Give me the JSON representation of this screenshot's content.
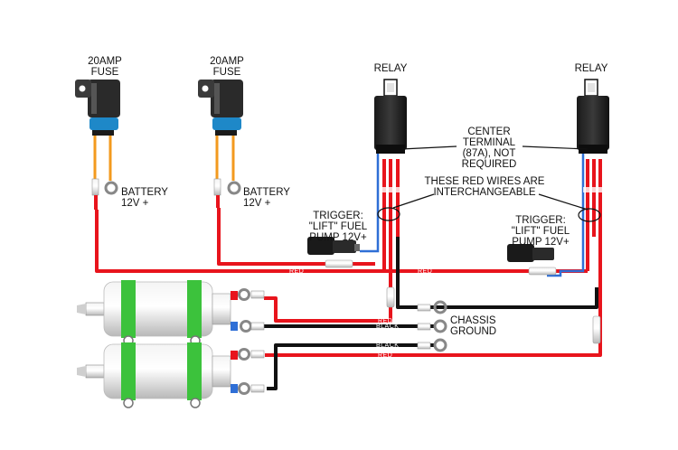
{
  "labels": {
    "fuse1": "20AMP\nFUSE",
    "fuse2": "20AMP\nFUSE",
    "relay1": "RELAY",
    "relay2": "RELAY",
    "battery1": "BATTERY\n12V +",
    "battery2": "BATTERY\n12V +",
    "center_terminal": "CENTER\nTERMINAL\n(87A), NOT\nREQUIRED",
    "interchangeable": "THESE RED WIRES ARE\nINTERCHANGEABLE",
    "trigger1": "TRIGGER:\n\"LIFT\" FUEL\nPUMP 12V+",
    "trigger2": "TRIGGER:\n\"LIFT\" FUEL\nPUMP 12V+",
    "chassis_ground": "CHASSIS\nGROUND"
  },
  "wire_tags": {
    "red": "RED",
    "black": "BLACK"
  },
  "colors": {
    "red_wire": "#e8141c",
    "black_wire": "#111111",
    "orange_wire": "#f39a1e",
    "blue_wire": "#2f6fd6",
    "fuse_body": "#2a2a2a",
    "fuse_cap": "#1e88c8",
    "pump_band": "#3cc23c",
    "pump_body": "#e6e6e6"
  }
}
